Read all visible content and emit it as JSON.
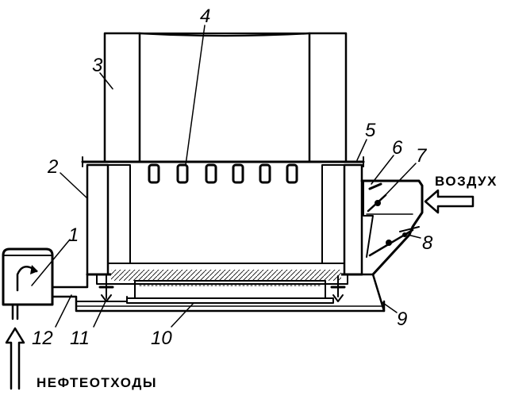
{
  "labels": {
    "n1": "1",
    "n2": "2",
    "n3": "3",
    "n4": "4",
    "n5": "5",
    "n6": "6",
    "n7": "7",
    "n8": "8",
    "n9": "9",
    "n10": "10",
    "n11": "11",
    "n12": "12"
  },
  "captions": {
    "air": "ВОЗДУХ",
    "waste": "НЕФТЕОТХОДЫ"
  }
}
